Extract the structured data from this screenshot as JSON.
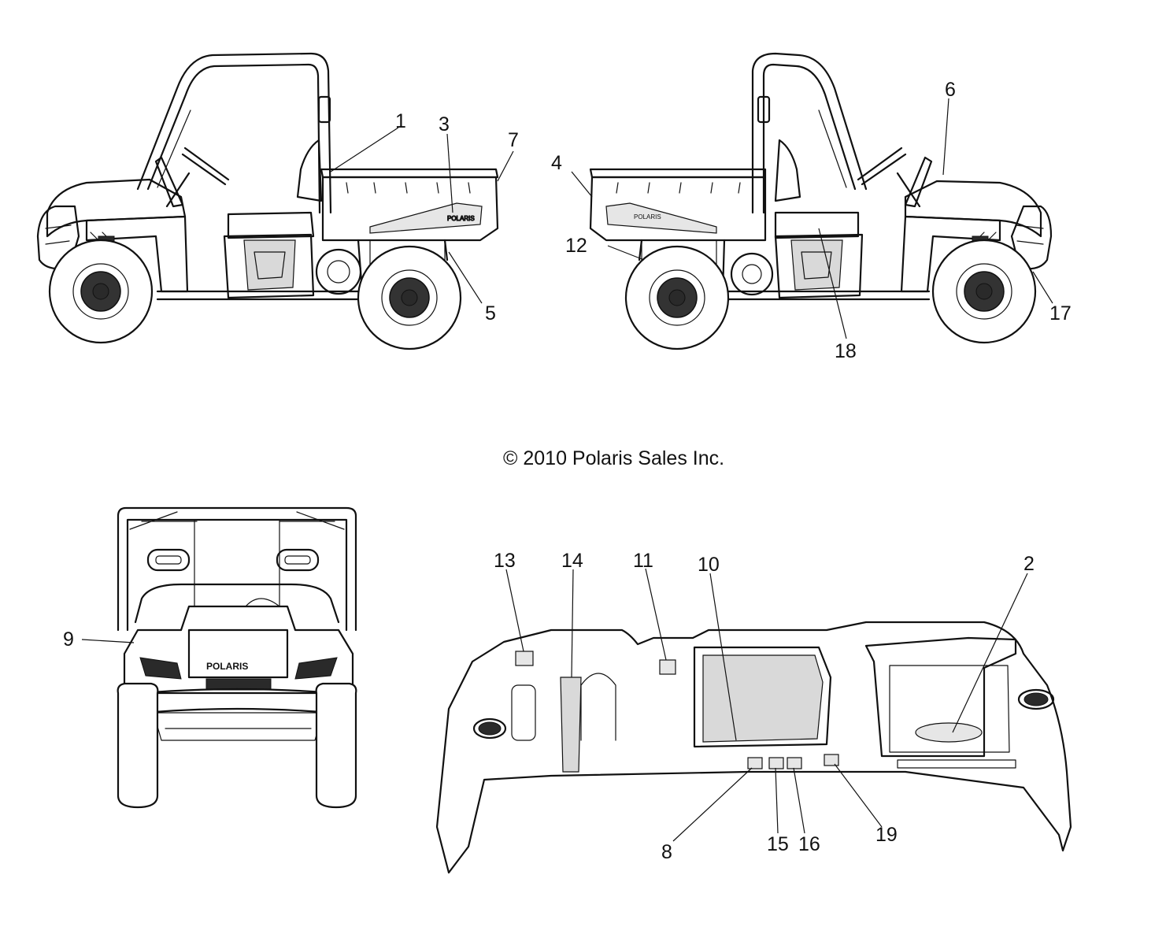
{
  "copyright": "© 2010 Polaris Sales Inc.",
  "brand_decal": "POLARIS",
  "callouts": [
    "1",
    "2",
    "3",
    "4",
    "5",
    "6",
    "7",
    "8",
    "9",
    "10",
    "11",
    "12",
    "13",
    "14",
    "15",
    "16",
    "17",
    "18",
    "19"
  ]
}
